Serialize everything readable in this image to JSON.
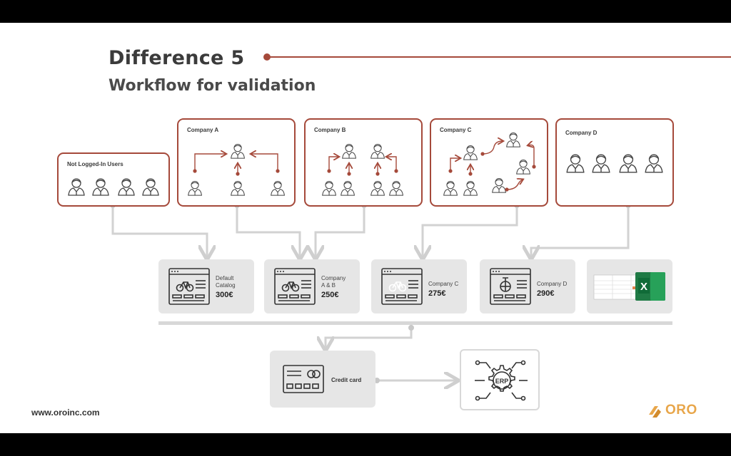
{
  "header": {
    "title": "Difference 5",
    "subtitle": "Workflow for validation"
  },
  "groups": {
    "not_logged_in": "Not Logged-In Users",
    "company_a": "Company A",
    "company_b": "Company B",
    "company_c": "Company C",
    "company_d": "Company D"
  },
  "catalogs": [
    {
      "line1": "Default",
      "line2": "Catalog",
      "price": "300€"
    },
    {
      "line1": "Company",
      "line2": "A & B",
      "price": "250€"
    },
    {
      "line1": "Company C",
      "price": "275€"
    },
    {
      "line1": "Company D",
      "price": "290€"
    }
  ],
  "payment": {
    "credit_card": "Credit card",
    "erp": "ERP"
  },
  "footer": {
    "url": "www.oroinc.com",
    "brand": "ORO"
  },
  "colors": {
    "accent": "#a5493a",
    "card_background": "#e6e6e6",
    "brand_gold": "#e8a64a"
  }
}
